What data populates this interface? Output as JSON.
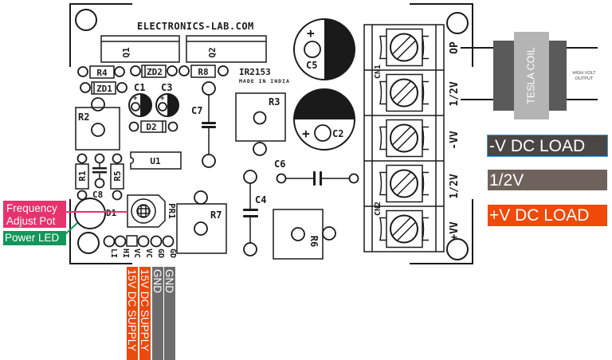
{
  "board": {
    "brand": "ELECTRONICS-LAB.COM",
    "ic_name": "IR2153",
    "made_in": "MADE IN INDIA",
    "components": {
      "q1": "Q1",
      "q2": "Q2",
      "r1": "R1",
      "r2": "R2",
      "r3": "R3",
      "r4": "R4",
      "r5": "R5",
      "r6": "R6",
      "r7": "R7",
      "r8": "R8",
      "zd1": "ZD1",
      "zd2": "ZD2",
      "d1": "D1",
      "d2": "D2",
      "c1": "C1",
      "c2": "C2",
      "c3": "C3",
      "c4": "C4",
      "c5": "C5",
      "c6": "C6",
      "c7": "C7",
      "c8": "C8",
      "u1": "U1",
      "pr1": "PR1",
      "cn1": "CN1",
      "cn2": "CN2"
    },
    "header_pins": [
      "LI",
      "HI",
      "VC",
      "VC",
      "GD",
      "GD"
    ],
    "terminal_labels": [
      "OP",
      "1/2V",
      "-VV",
      "1/2V",
      "+VV"
    ],
    "plus": "+"
  },
  "callouts": {
    "frequency_pot": [
      "Frequency",
      "Adjust Pot"
    ],
    "power_led": "Power LED"
  },
  "supply_wires": [
    {
      "label": "15V DC SUPPLY",
      "color": "#e84a10"
    },
    {
      "label": "15V DC SUPPLY",
      "color": "#e84a10"
    },
    {
      "label": "GND",
      "color": "#6d6d6d"
    },
    {
      "label": "GND",
      "color": "#6d6d6d"
    }
  ],
  "loads": [
    {
      "label": "-V DC LOAD",
      "color": "#4a4644"
    },
    {
      "label": "1/2V",
      "color": "#6f615b"
    },
    {
      "label": "+V DC LOAD",
      "color": "#ef4a0a"
    }
  ],
  "tesla": {
    "coil_label": "TESLA COIL",
    "output_label": [
      "HIGH VOLT",
      "OUTPUT"
    ]
  },
  "colors": {
    "pot_callout": "#e5336e",
    "led_callout": "#12965a",
    "silk": "#1a1a1a"
  }
}
